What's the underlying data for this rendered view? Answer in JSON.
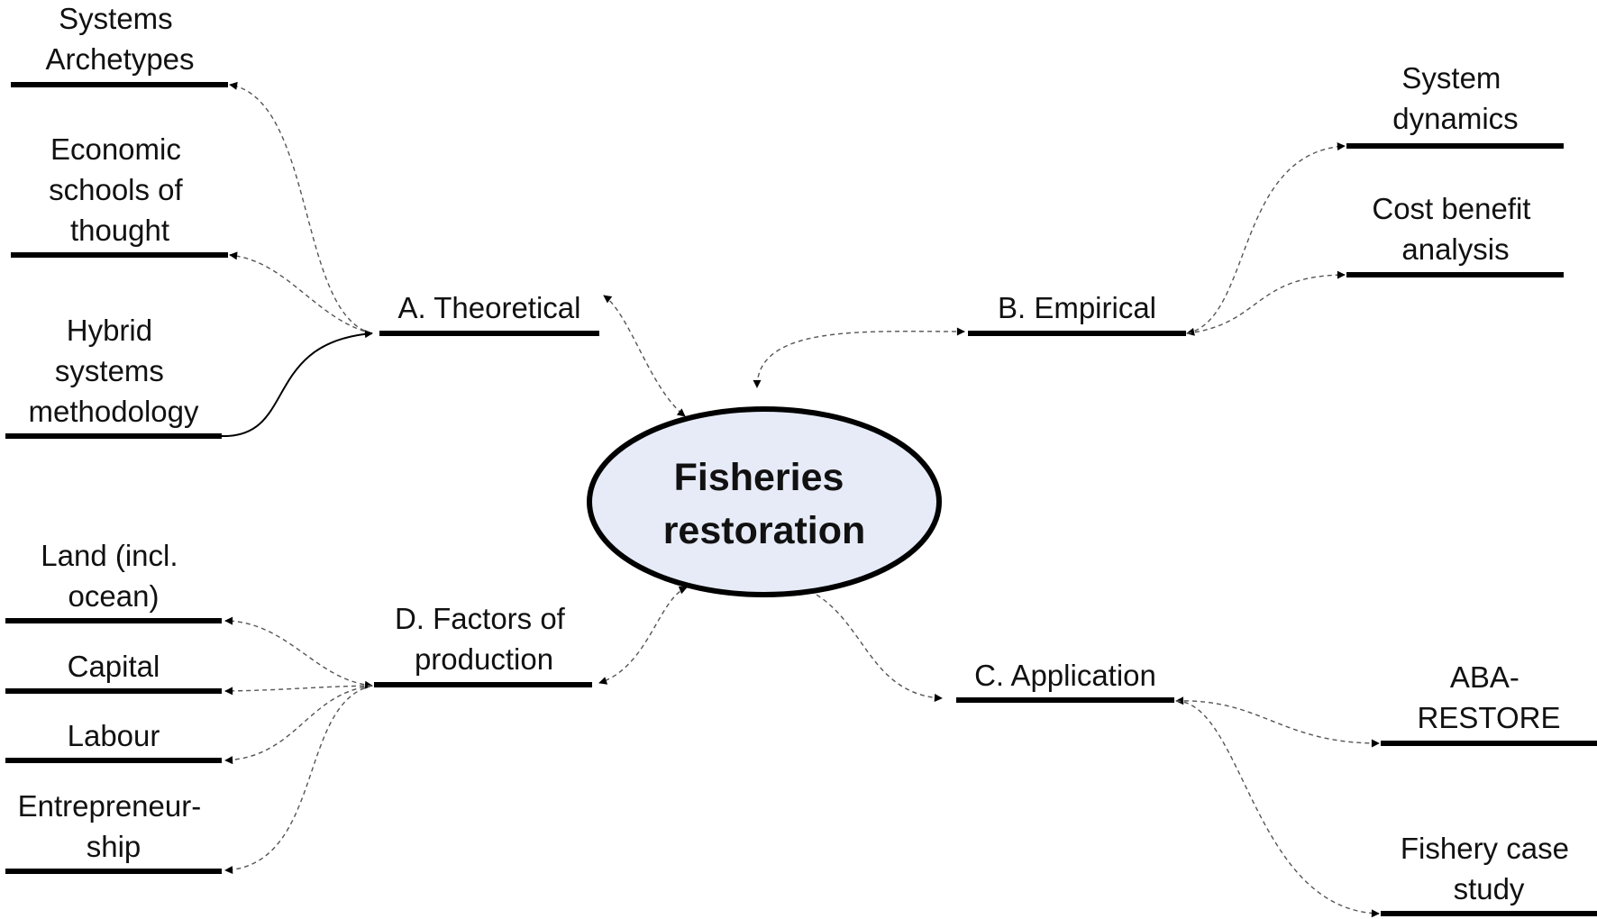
{
  "center": {
    "lines": [
      "Fisheries",
      "restoration"
    ],
    "fill": "#e6ebf7",
    "stroke": "#000000"
  },
  "branches": {
    "theoretical": {
      "lines": [
        "A. Theoretical"
      ]
    },
    "empirical": {
      "lines": [
        "B. Empirical"
      ]
    },
    "application": {
      "lines": [
        "C. Application"
      ]
    },
    "factors": {
      "lines": [
        "D. Factors of",
        "production"
      ]
    }
  },
  "leaves": {
    "systems_archetypes": {
      "lines": [
        "Systems",
        "Archetypes"
      ]
    },
    "economic_schools": {
      "lines": [
        "Economic",
        "schools of",
        "thought"
      ]
    },
    "hybrid_systems": {
      "lines": [
        "Hybrid",
        "systems",
        "methodology"
      ]
    },
    "system_dynamics": {
      "lines": [
        "System",
        "dynamics"
      ]
    },
    "cost_benefit": {
      "lines": [
        "Cost benefit",
        "analysis"
      ]
    },
    "land": {
      "lines": [
        "Land (incl.",
        "ocean)"
      ]
    },
    "capital": {
      "lines": [
        "Capital"
      ]
    },
    "labour": {
      "lines": [
        "Labour"
      ]
    },
    "entrepreneurship": {
      "lines": [
        "Entrepreneur-",
        "ship"
      ]
    },
    "aba_restore": {
      "lines": [
        "ABA-",
        "RESTORE"
      ]
    },
    "fishery_case_study": {
      "lines": [
        "Fishery case",
        "study"
      ]
    }
  }
}
